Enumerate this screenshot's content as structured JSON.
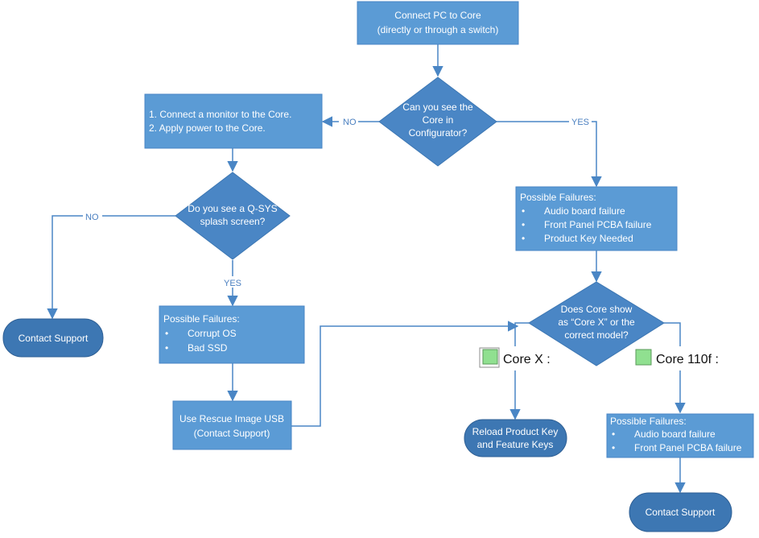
{
  "colors": {
    "box_fill": "#5b9bd5",
    "box_stroke": "#4a86c5",
    "rounded_fill": "#3d77b3",
    "rounded_stroke": "#2e5f94",
    "arrow": "#4a86c5",
    "text": "#ffffff",
    "legend_green": "#90e090"
  },
  "nodes": {
    "start": {
      "line1": "Connect PC to Core",
      "line2": "(directly or through a switch)"
    },
    "see_core": {
      "line1": "Can you see the",
      "line2": "Core in",
      "line3": "Configurator?"
    },
    "monitor": {
      "line1": "1. Connect a monitor to the Core.",
      "line2": "2. Apply power to the Core."
    },
    "splash": {
      "line1": "Do you see a Q-SYS",
      "line2": "splash screen?"
    },
    "contact_left": {
      "label": "Contact Support"
    },
    "failures_os": {
      "title": "Possible Failures:",
      "items": [
        "Corrupt OS",
        "Bad SSD"
      ]
    },
    "rescue": {
      "line1": "Use Rescue Image USB",
      "line2": "(Contact Support)"
    },
    "failures_right": {
      "title": "Possible Failures:",
      "items": [
        "Audio board failure",
        "Front Panel PCBA failure",
        "Product Key Needed"
      ]
    },
    "core_model": {
      "line1": "Does Core show",
      "line2": "as “Core X” or the",
      "line3": "correct model?"
    },
    "reload": {
      "line1": "Reload Product Key",
      "line2": "and Feature Keys"
    },
    "failures_110f": {
      "title": "Possible Failures:",
      "items": [
        "Audio board failure",
        "Front Panel PCBA failure"
      ]
    },
    "contact_right": {
      "label": "Contact Support"
    }
  },
  "edge_labels": {
    "no_1": "NO",
    "yes_1": "YES",
    "no_2": "NO",
    "yes_2": "YES"
  },
  "legends": {
    "core_x": "Core X :",
    "core_110f": "Core 110f :"
  },
  "bullet": "•"
}
